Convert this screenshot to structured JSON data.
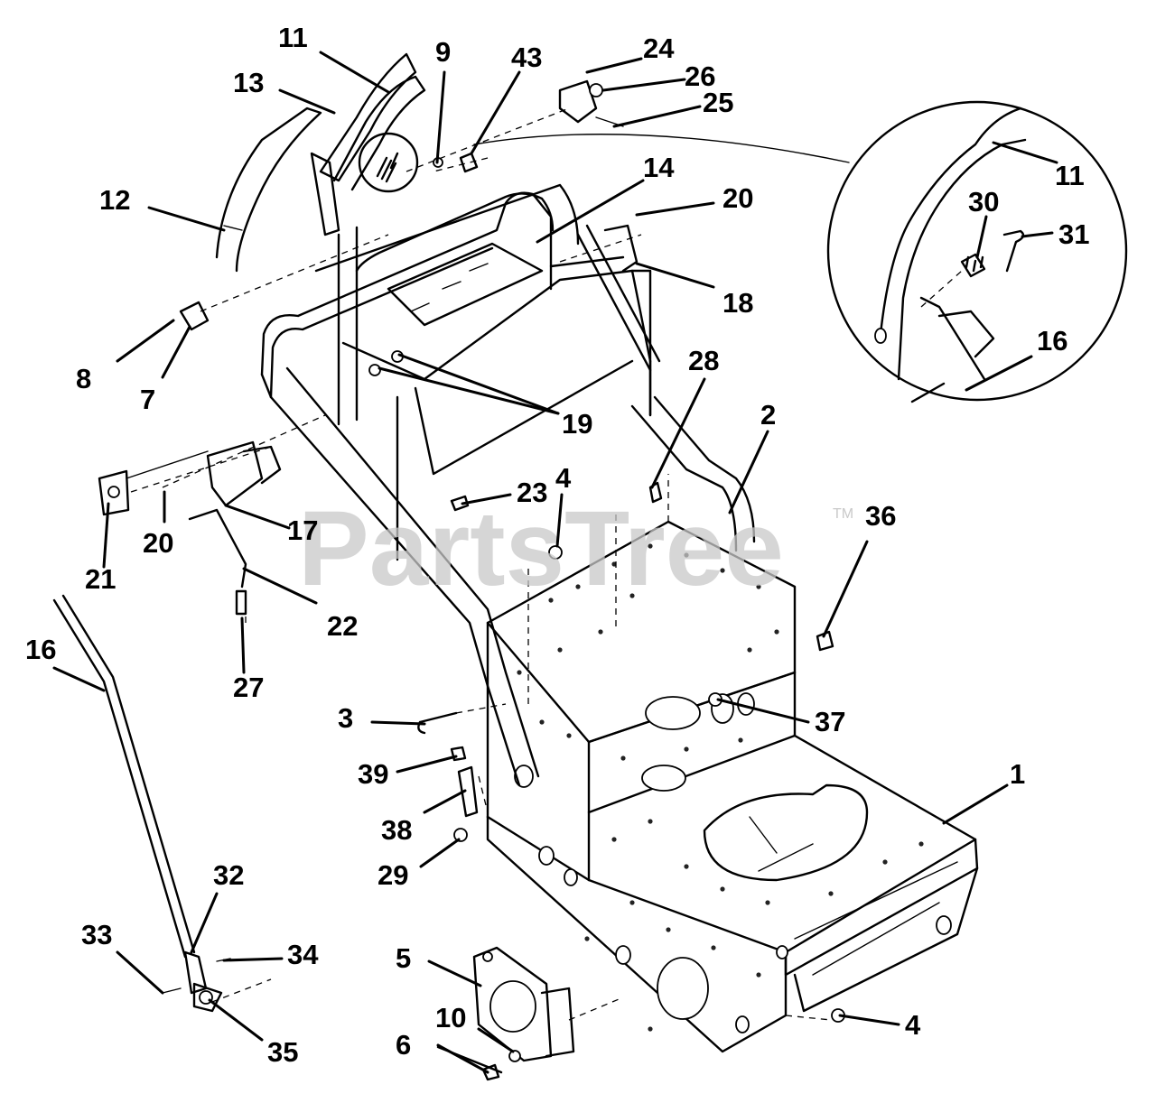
{
  "watermark": {
    "text": "PartsTree",
    "trademark": "TM"
  },
  "callouts": [
    {
      "id": "c-11a",
      "label": "11"
    },
    {
      "id": "c-13",
      "label": "13"
    },
    {
      "id": "c-9",
      "label": "9"
    },
    {
      "id": "c-43",
      "label": "43"
    },
    {
      "id": "c-24",
      "label": "24"
    },
    {
      "id": "c-26",
      "label": "26"
    },
    {
      "id": "c-25",
      "label": "25"
    },
    {
      "id": "c-12",
      "label": "12"
    },
    {
      "id": "c-14",
      "label": "14"
    },
    {
      "id": "c-20a",
      "label": "20"
    },
    {
      "id": "c-18",
      "label": "18"
    },
    {
      "id": "c-8",
      "label": "8"
    },
    {
      "id": "c-7",
      "label": "7"
    },
    {
      "id": "c-19",
      "label": "19"
    },
    {
      "id": "c-28",
      "label": "28"
    },
    {
      "id": "c-2",
      "label": "2"
    },
    {
      "id": "c-11b",
      "label": "11"
    },
    {
      "id": "c-30",
      "label": "30"
    },
    {
      "id": "c-31",
      "label": "31"
    },
    {
      "id": "c-16a",
      "label": "16"
    },
    {
      "id": "c-23",
      "label": "23"
    },
    {
      "id": "c-4a",
      "label": "4"
    },
    {
      "id": "c-36",
      "label": "36"
    },
    {
      "id": "c-21",
      "label": "21"
    },
    {
      "id": "c-20b",
      "label": "20"
    },
    {
      "id": "c-17",
      "label": "17"
    },
    {
      "id": "c-22",
      "label": "22"
    },
    {
      "id": "c-27",
      "label": "27"
    },
    {
      "id": "c-16b",
      "label": "16"
    },
    {
      "id": "c-3",
      "label": "3"
    },
    {
      "id": "c-37",
      "label": "37"
    },
    {
      "id": "c-39",
      "label": "39"
    },
    {
      "id": "c-38",
      "label": "38"
    },
    {
      "id": "c-29",
      "label": "29"
    },
    {
      "id": "c-1",
      "label": "1"
    },
    {
      "id": "c-32",
      "label": "32"
    },
    {
      "id": "c-33",
      "label": "33"
    },
    {
      "id": "c-34",
      "label": "34"
    },
    {
      "id": "c-35",
      "label": "35"
    },
    {
      "id": "c-5",
      "label": "5"
    },
    {
      "id": "c-10",
      "label": "10"
    },
    {
      "id": "c-6",
      "label": "6"
    },
    {
      "id": "c-4b",
      "label": "4"
    }
  ]
}
